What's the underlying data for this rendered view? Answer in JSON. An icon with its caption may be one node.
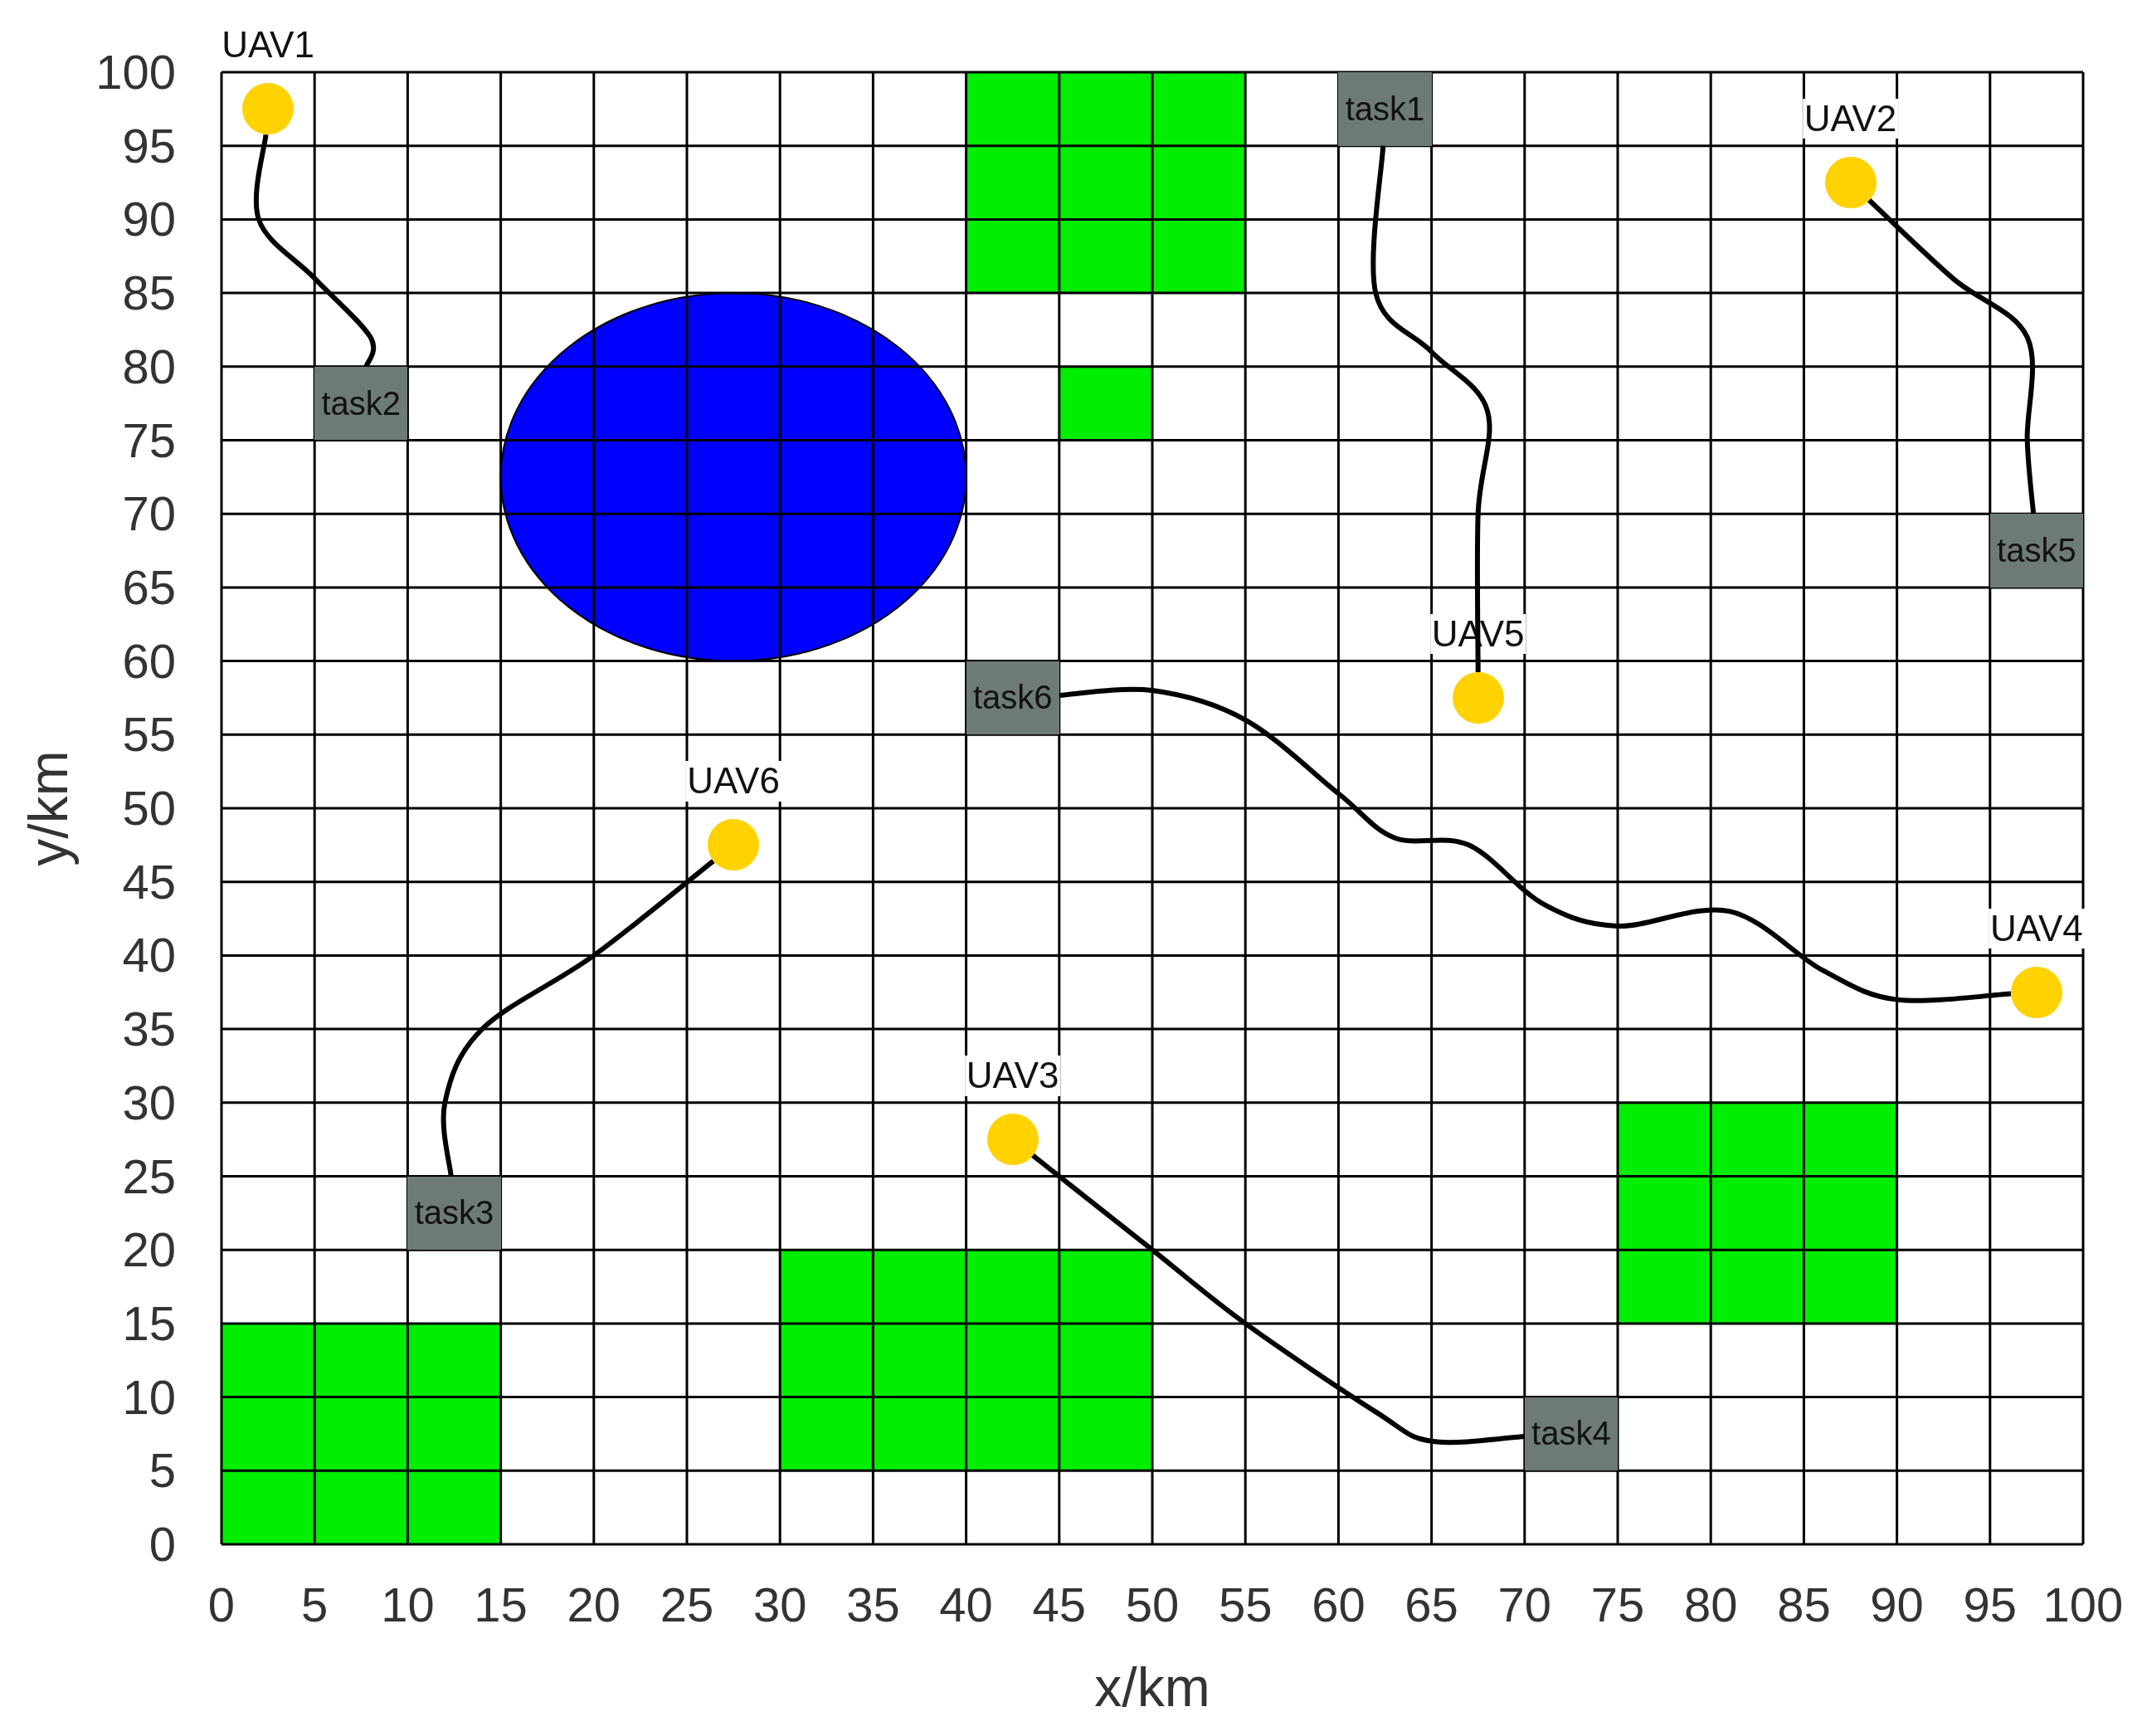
{
  "diagram": {
    "nodes": [
      {
        "text": [
          "UAV1"
        ]
      },
      {
        "text": [
          "UAV2"
        ]
      },
      {
        "text": [
          "UAV3"
        ]
      },
      {
        "text": [
          "UAV4"
        ]
      },
      {
        "text": [
          "UAV5"
        ]
      },
      {
        "text": [
          "UAV6"
        ]
      },
      {
        "text": [
          "task1"
        ]
      },
      {
        "text": [
          "task2"
        ]
      },
      {
        "text": [
          "task3"
        ]
      },
      {
        "text": [
          "task4"
        ]
      },
      {
        "text": [
          "task5"
        ]
      },
      {
        "text": [
          "task6"
        ]
      }
    ],
    "edges": [
      {
        "from": 0,
        "to": 7,
        "arrow": "none"
      },
      {
        "from": 6,
        "to": 4,
        "arrow": "none"
      },
      {
        "from": 1,
        "to": 10,
        "arrow": "none"
      },
      {
        "from": 11,
        "to": 3,
        "arrow": "none"
      },
      {
        "from": 5,
        "to": 8,
        "arrow": "none"
      },
      {
        "from": 2,
        "to": 9,
        "arrow": "none"
      }
    ],
    "labels": [
      "100",
      "95",
      "90",
      "85",
      "80",
      "75",
      "70",
      "65",
      "60",
      "55",
      "50",
      "45",
      "40",
      "35",
      "30",
      "25",
      "20",
      "15",
      "10",
      "5",
      "0",
      "0",
      "5",
      "10",
      "15",
      "20",
      "25",
      "30",
      "35",
      "40",
      "45",
      "50",
      "55",
      "60",
      "65",
      "70",
      "75",
      "80",
      "85",
      "90",
      "95",
      "100",
      "y/km",
      "x/km"
    ]
  }
}
